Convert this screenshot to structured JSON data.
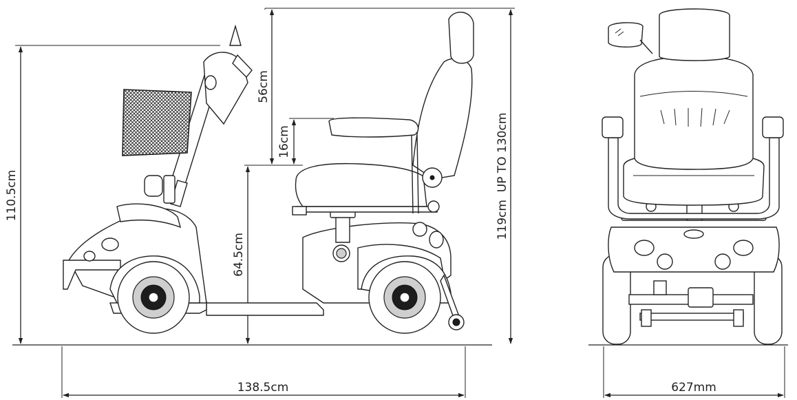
{
  "dimensions": {
    "overall_height": "110.5cm",
    "backrest_height": "56cm",
    "armrest_height": "16cm",
    "seat_height": "64.5cm",
    "seat_range": "119cm  UP TO 130cm",
    "overall_length": "138.5cm",
    "overall_width": "627mm"
  },
  "colors": {
    "line": "#222222",
    "background": "#ffffff"
  }
}
